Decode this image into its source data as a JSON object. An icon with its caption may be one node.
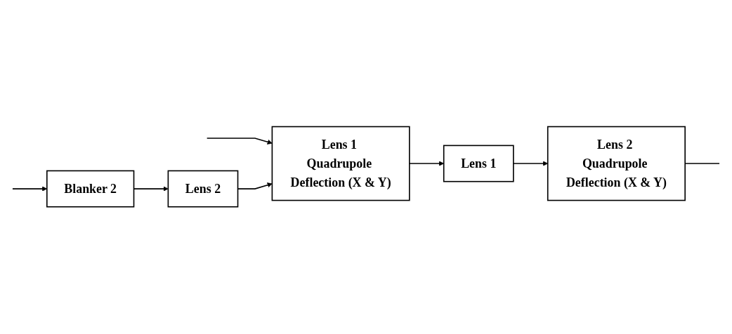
{
  "diagram": {
    "nodes": [
      {
        "text": [
          "Lens 1 Quadrupole Deflection (X & Y)"
        ]
      },
      {
        "text": [
          "Lens 1"
        ]
      },
      {
        "text": [
          "Lens 2 Quadrupole Deflection (X & Y)"
        ]
      },
      {
        "text": [
          "Lens 2"
        ]
      },
      {
        "text": [
          "Blanker 2"
        ]
      }
    ],
    "edges": [
      {
        "from": null,
        "to": 0,
        "arrow": "to"
      },
      {
        "from": 0,
        "to": 1,
        "arrow": "to"
      },
      {
        "from": 1,
        "to": 2,
        "arrow": "to"
      },
      {
        "from": 2,
        "to": null,
        "arrow": "none"
      },
      {
        "from": null,
        "to": 4,
        "arrow": "to"
      },
      {
        "from": 4,
        "to": 3,
        "arrow": "to"
      },
      {
        "from": 3,
        "to": 0,
        "arrow": "to"
      }
    ]
  }
}
